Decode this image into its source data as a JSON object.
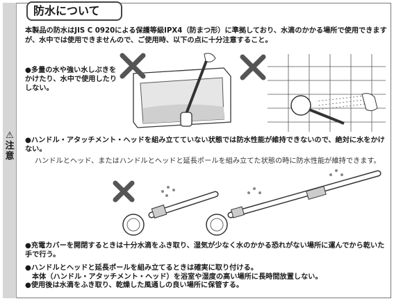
{
  "header": {
    "title": "防水について"
  },
  "sidebar": {
    "symbol": "⚠",
    "label_1": "注",
    "label_2": "意"
  },
  "intro": "本製品の防水はJIS C 0920による保護等級IPX4（防まつ形）に準拠しており、水滴のかかる場所で使用できますが、水中では使用できませんので、ご使用時、以下の点に十分注意すること。",
  "bullets": {
    "water": "●多量の水や強い水しぶきをかけたり、水中で使用したりしない。",
    "assembly_main": "●ハンドル・アタッチメント・ヘッドを組み立てていない状態では防水性能が維持できないので、絶対に水をかけない。",
    "assembly_sub": "ハンドルとヘッド、またはハンドルとヘッドと延長ポールを組み立てた状態の時に防水性能が維持できます。",
    "charge_cover": "●充電カバーを開閉するときは十分水滴をふき取り、湿気が少なく水のかかる恐れがない場所に運んでから乾いた手で行う。",
    "assemble_line1": "●ハンドルとヘッドと延長ポールを組み立てるときは確実に取り付ける。",
    "assemble_line2": "本体（ハンドル・アタッチメント・ヘッド）を浴室や湿度の高い場所に長時間放置しない。",
    "storage": "●使用後は水滴をふき取り、乾燥した風通しの良い場所に保管する。"
  },
  "icons": [
    "cross-mark-icon",
    "warning-triangle-icon"
  ]
}
